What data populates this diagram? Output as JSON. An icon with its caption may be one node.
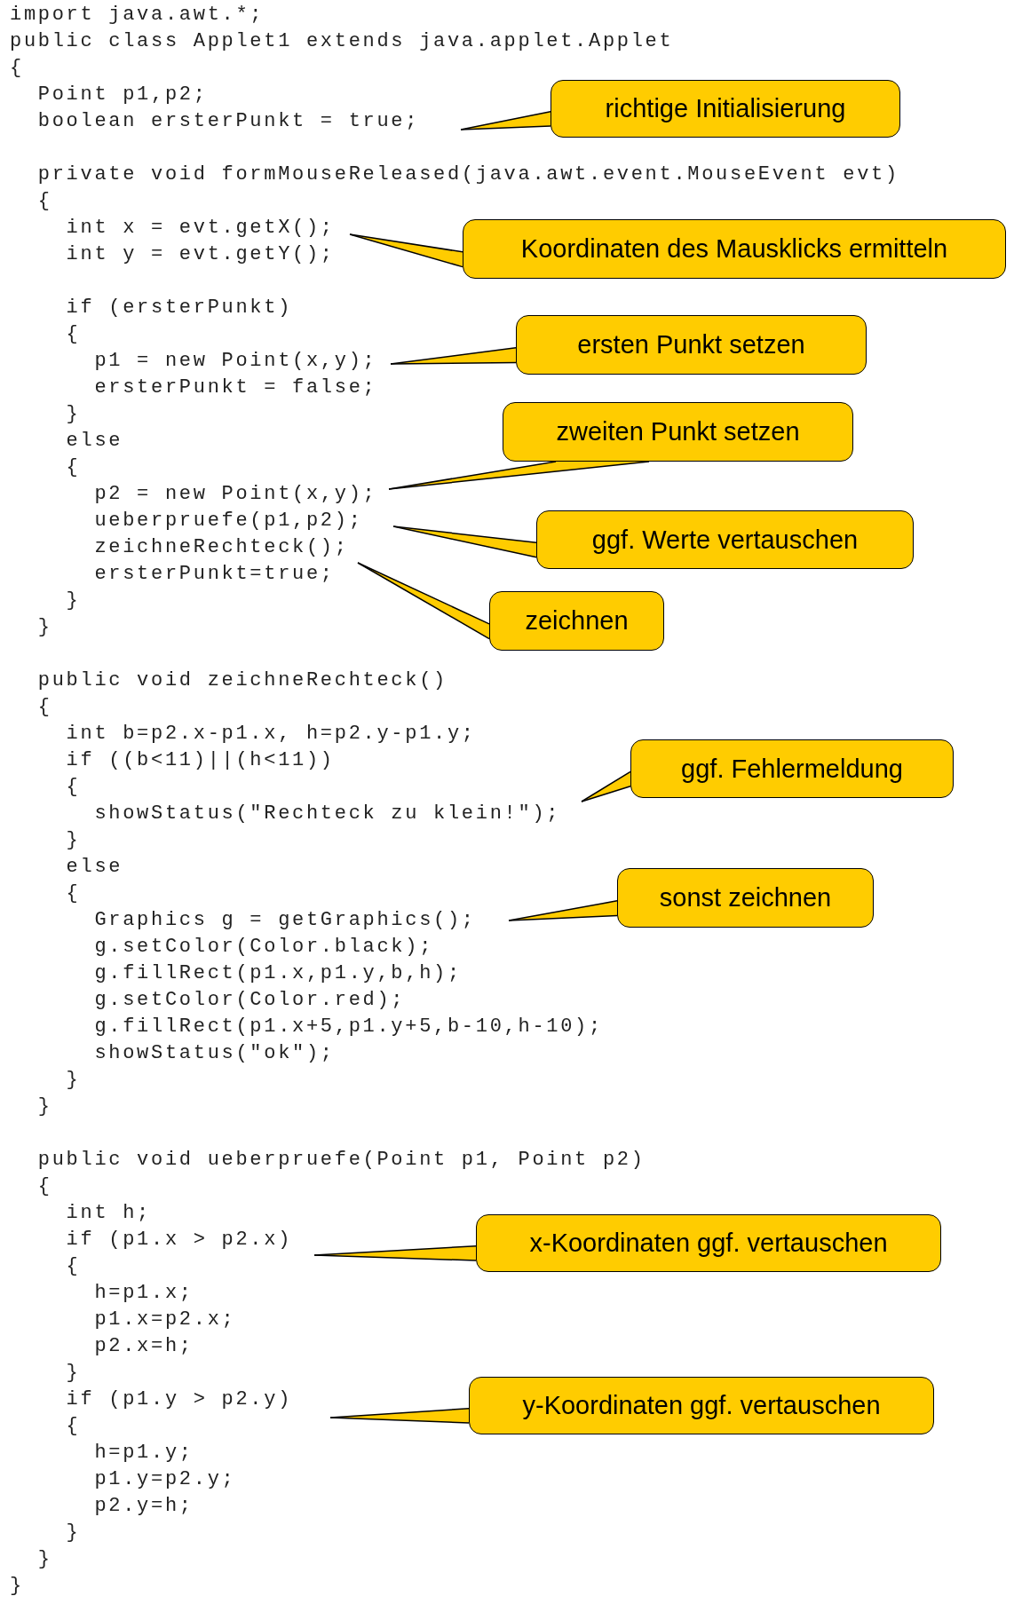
{
  "diagram": {
    "nodes": [
      {
        "text": [
          "richtige Initialisierung"
        ]
      },
      {
        "text": [
          "Koordinaten des Mausklicks ermitteln"
        ]
      },
      {
        "text": [
          "ersten Punkt setzen"
        ]
      },
      {
        "text": [
          "zweiten Punkt setzen"
        ]
      },
      {
        "text": [
          "ggf. Werte vertauschen"
        ]
      },
      {
        "text": [
          "zeichnen"
        ]
      },
      {
        "text": [
          "ggf. Fehlermeldung"
        ]
      },
      {
        "text": [
          "sonst zeichnen"
        ]
      },
      {
        "text": [
          "x-Koordinaten ggf. vertauschen"
        ]
      },
      {
        "text": [
          "y-Koordinaten ggf. vertauschen"
        ]
      }
    ],
    "edges": [
      {
        "from": 0,
        "to": null,
        "arrow": "none"
      },
      {
        "from": 1,
        "to": null,
        "arrow": "none"
      },
      {
        "from": 2,
        "to": null,
        "arrow": "none"
      },
      {
        "from": 3,
        "to": null,
        "arrow": "none"
      },
      {
        "from": 4,
        "to": null,
        "arrow": "none"
      },
      {
        "from": 5,
        "to": null,
        "arrow": "none"
      },
      {
        "from": 6,
        "to": null,
        "arrow": "none"
      },
      {
        "from": 7,
        "to": null,
        "arrow": "none"
      },
      {
        "from": 8,
        "to": null,
        "arrow": "none"
      },
      {
        "from": 9,
        "to": null,
        "arrow": "none"
      }
    ],
    "labels": [
      "import java.awt.*;",
      "public class Applet1 extends java.applet.Applet",
      "{",
      "  Point p1,p2;",
      "  boolean ersterPunkt = true;",
      "  private void formMouseReleased(java.awt.event.MouseEvent evt)",
      "  {",
      "    int x = evt.getX();",
      "    int y = evt.getY();",
      "    if (ersterPunkt)",
      "    {",
      "      p1 = new Point(x,y);",
      "      ersterPunkt = false;",
      "    }",
      "    else",
      "    {",
      "      p2 = new Point(x,y);",
      "      ueberpruefe(p1,p2);",
      "      zeichneRechteck();",
      "      ersterPunkt=true;",
      "    }",
      "  }",
      "  public void zeichneRechteck()",
      "  {",
      "    int b=p2.x-p1.x, h=p2.y-p1.y;",
      "    if ((b<11)||(h<11))",
      "    {",
      "      showStatus(\"Rechteck zu klein!\");",
      "    }",
      "    else",
      "    {",
      "      Graphics g = getGraphics();",
      "      g.setColor(Color.black);",
      "      g.fillRect(p1.x,p1.y,b,h);",
      "      g.setColor(Color.red);",
      "      g.fillRect(p1.x+5,p1.y+5,b-10,h-10);",
      "      showStatus(\"ok\");",
      "    }",
      "  }",
      "  public void ueberpruefe(Point p1, Point p2)",
      "  {",
      "    int h;",
      "    if (p1.x > p2.x)",
      "    {",
      "      h=p1.x;",
      "      p1.x=p2.x;",
      "      p2.x=h;",
      "    }",
      "    if (p1.y > p2.y)",
      "    {",
      "      h=p1.y;",
      "      p1.y=p2.y;",
      "      p2.y=h;",
      "    }",
      "  }",
      "}"
    ]
  }
}
